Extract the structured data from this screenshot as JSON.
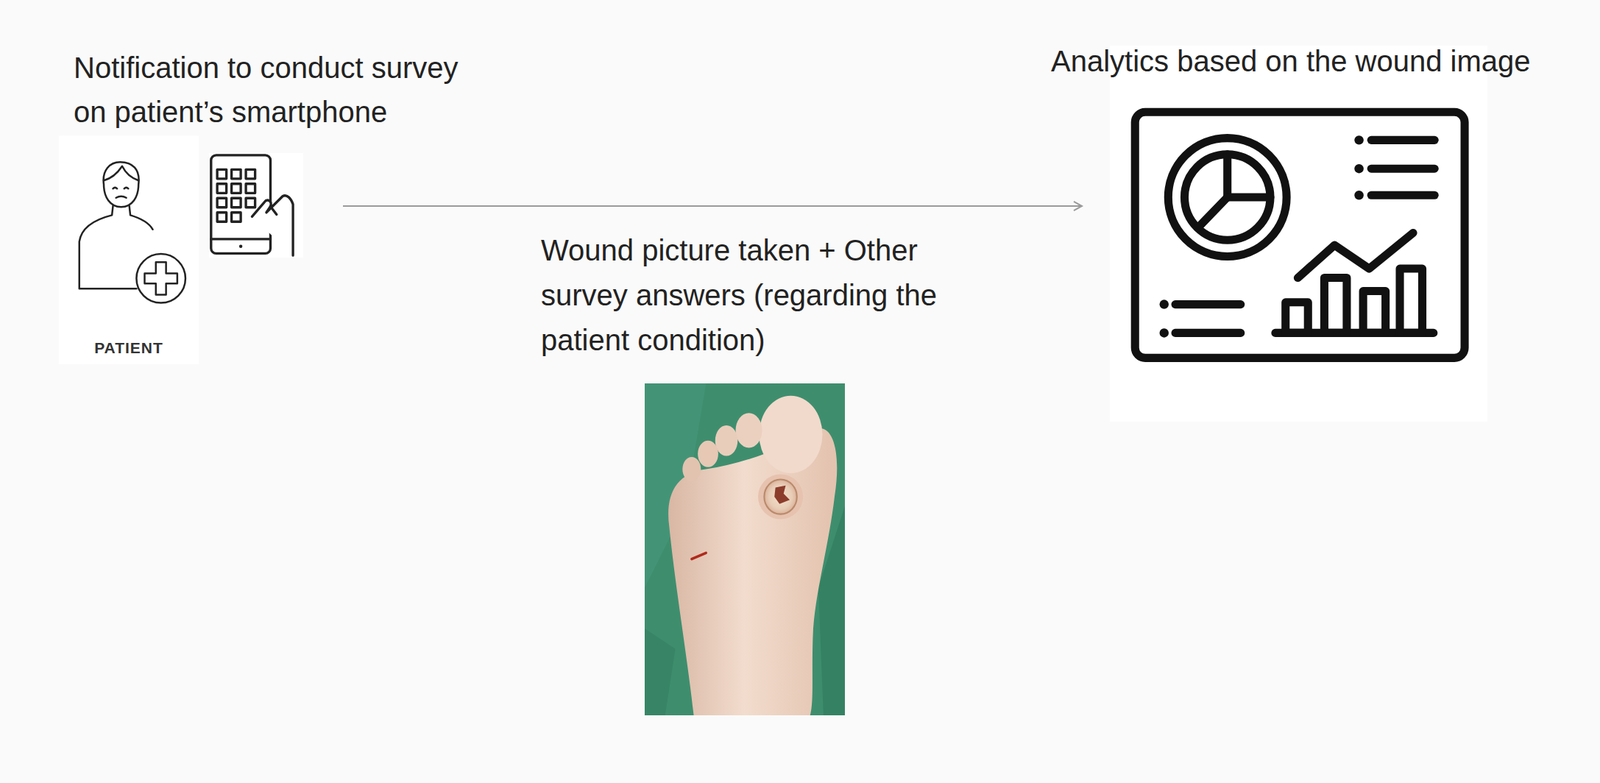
{
  "diagram": {
    "nodes": [
      {
        "text": [
          "Notification to conduct survey on patient’s smartphone",
          "PATIENT"
        ]
      },
      {
        "text": [
          "Analytics based on the wound image"
        ]
      }
    ],
    "edges": [
      {
        "from": 0,
        "to": 1,
        "arrow": "to",
        "label": "Wound picture taken + Other survey answers (regarding the patient condition)"
      }
    ]
  }
}
